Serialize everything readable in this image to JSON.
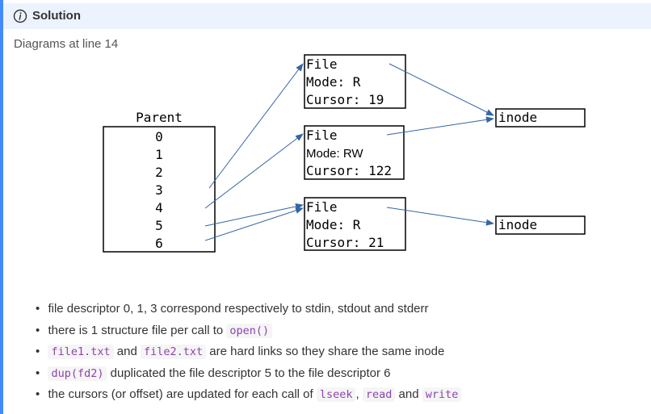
{
  "admonition": {
    "icon": "info-circle-icon",
    "title": "Solution",
    "accent": "#448aff",
    "title_bg": "#ecf3ff"
  },
  "subtitle": "Diagrams at line 14",
  "diagram": {
    "parent_label": "Parent",
    "fds": [
      "0",
      "1",
      "2",
      "3",
      "4",
      "5",
      "6"
    ],
    "files": [
      {
        "title": "File",
        "mode": "Mode: R",
        "cursor": "Cursor: 19"
      },
      {
        "title": "File",
        "mode": "Mode: RW",
        "cursor": "Cursor: 122"
      },
      {
        "title": "File",
        "mode": "Mode: R",
        "cursor": "Cursor: 21"
      }
    ],
    "inodes": [
      "inode",
      "inode"
    ],
    "arrow_color": "#3465a4"
  },
  "bullets": {
    "b1": "file descriptor 0, 1, 3 correspond respectively to stdin, stdout and stderr",
    "b2_text": "there is 1 structure file per call to",
    "b2_code": "open()",
    "b3_code1": "file1.txt",
    "b3_and": "and",
    "b3_code2": "file2.txt",
    "b3_text": "are hard links so they share the same inode",
    "b4_code": "dup(fd2)",
    "b4_text": "duplicated the file descriptor 5 to the file descriptor 6",
    "b5_text": "the cursors (or offset) are updated for each call of",
    "b5_code1": "lseek",
    "b5_comma": ",",
    "b5_code2": "read",
    "b5_and": "and",
    "b5_code3": "write"
  }
}
